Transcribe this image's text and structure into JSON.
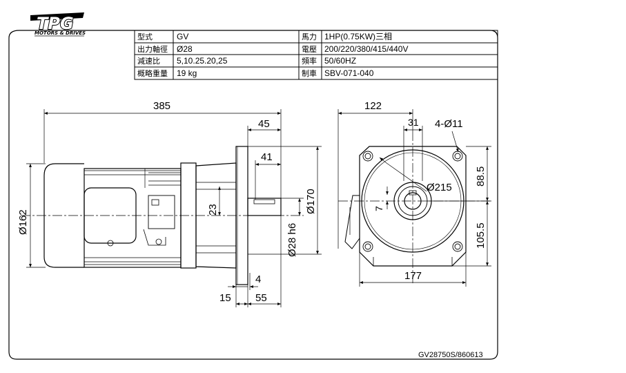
{
  "logo": {
    "brand": "TPG",
    "tagline": "MOTORS & DRIVES"
  },
  "spec_table": {
    "rows": [
      {
        "label_left": "型式",
        "value_left": "GV",
        "label_right": "馬力",
        "value_right": "1HP(0.75KW)三相"
      },
      {
        "label_left": "出力軸徑",
        "value_left": "Ø28",
        "label_right": "電壓",
        "value_right": "200/220/380/415/440V"
      },
      {
        "label_left": "減速比",
        "value_left": "5,10.25.20,25",
        "label_right": "頻率",
        "value_right": "50/60HZ"
      },
      {
        "label_left": "概略重量",
        "value_left": "19 kg",
        "label_right": "制車",
        "value_right": "SBV-071-040"
      }
    ]
  },
  "side_view": {
    "dim_overall_length": "385",
    "dim_flange_to_end": "45",
    "dim_shaft_length": "41",
    "dim_key_offset": "23",
    "dim_motor_diameter": "Ø162",
    "dim_shaft_diameter": "Ø28 h6",
    "dim_flange_diameter": "Ø170",
    "dim_flange_thickness": "15",
    "dim_spigot": "4",
    "dim_shaft_projection": "55"
  },
  "front_view": {
    "dim_center_to_edge": "122",
    "dim_key_width": "31",
    "dim_hole_spec": "4-Ø11",
    "dim_pcd": "Ø215",
    "dim_key_depth": "7",
    "dim_upper_height": "88.5",
    "dim_lower_height": "105.5",
    "dim_width": "177"
  },
  "drawing_number": "GV28750S/860613"
}
